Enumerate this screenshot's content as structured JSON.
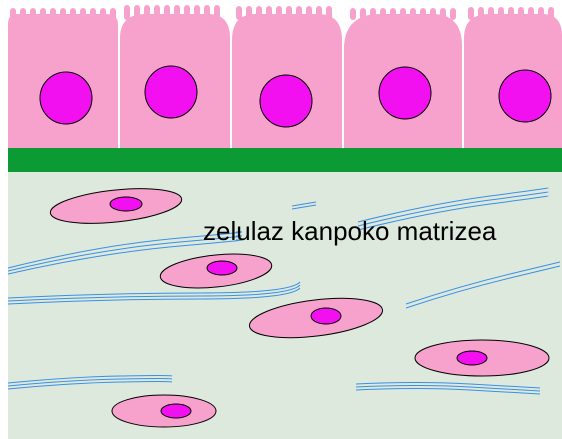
{
  "label": {
    "text": "zelulaz kanpoko matrizea"
  },
  "colors": {
    "background": "#ffffff",
    "matrix": "#dde9dd",
    "basement_membrane": "#0b9a33",
    "epithelial_cell": "#f7a2cc",
    "nucleus": "#f20ff0",
    "fiber": "#3a8fe6",
    "outline": "#000000"
  },
  "epithelium": {
    "cell_count": 5
  },
  "connective_tissue": {
    "fibroblast_count": 5
  }
}
